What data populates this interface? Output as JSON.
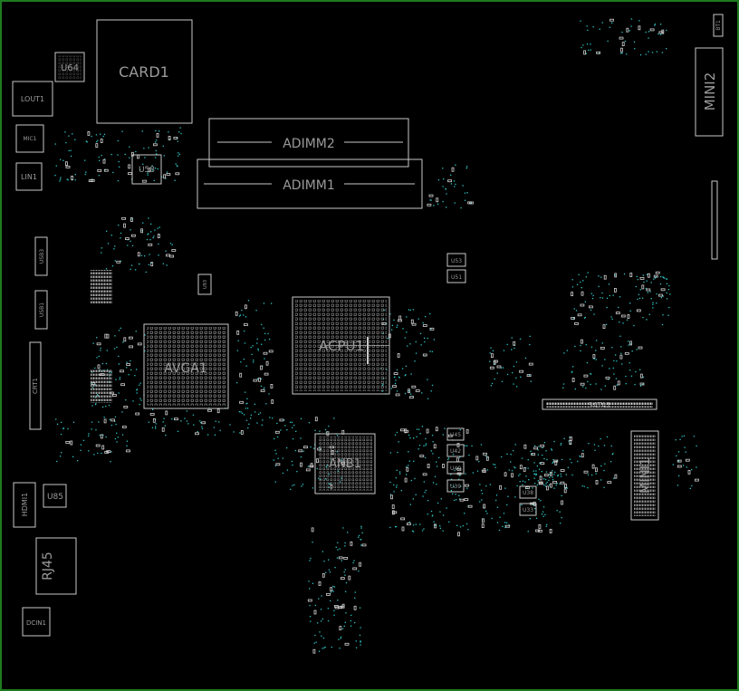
{
  "board": {
    "border_color": "#1f7a1f",
    "outline_color": "#c8c8c8",
    "component_color": "#d0d0d0",
    "label_color": "#9a9a9a",
    "via_color": "#2ec4c4"
  },
  "labels": {
    "card1": "CARD1",
    "u64": "U64",
    "lout1": "LOUT1",
    "mic1": "MIC1",
    "lin1": "LIN1",
    "u58": "U58",
    "adimm2": "ADIMM2",
    "adimm1": "ADIMM1",
    "mini2": "MINI2",
    "bt1": "BT1",
    "usb3": "USB3",
    "usb1": "USB1",
    "crt1": "CRT1",
    "avga1": "AVGA1",
    "acpu1": "ACPU1",
    "anb1": "ANB1",
    "sata1": "SATA1",
    "mini1": "MINI1",
    "hdmi1": "HDMI1",
    "u85": "U85",
    "rj45": "RJ45",
    "dcin1": "DCIN1",
    "u53": "U53",
    "u51": "U51",
    "u45": "U45",
    "u42": "U42",
    "u40": "U40",
    "u39": "U39",
    "u38": "U38",
    "u33": "U33",
    "u93": "U93"
  }
}
